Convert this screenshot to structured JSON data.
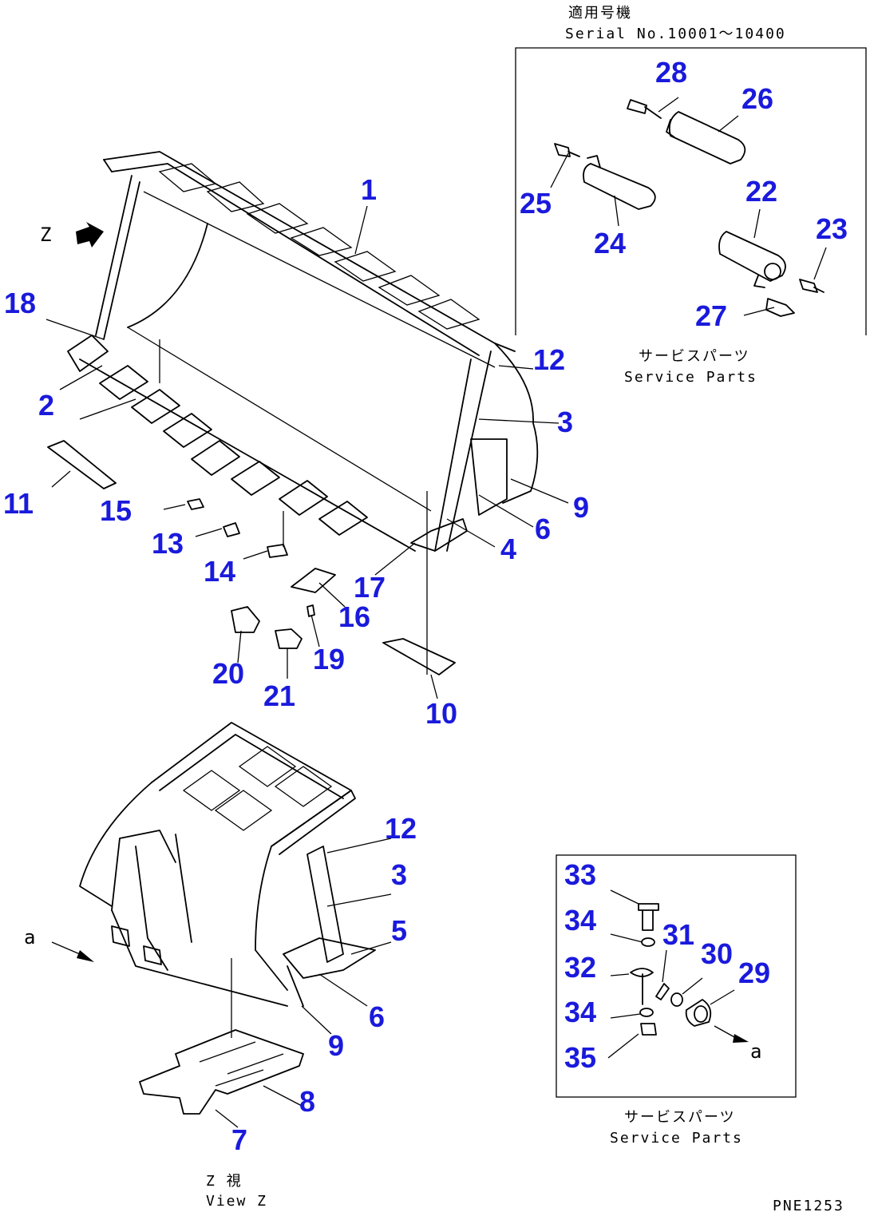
{
  "header": {
    "serial_jp": "適用号機",
    "serial_en": "Serial No.10001～10400"
  },
  "service_parts": {
    "jp": "サービスパーツ",
    "en": "Service Parts"
  },
  "view": {
    "z_label": "Z",
    "jp": "Z 視",
    "en": "View Z",
    "a_label": "a"
  },
  "drawing_code": "PNE1253",
  "callouts": [
    "1",
    "2",
    "3",
    "4",
    "5",
    "6",
    "7",
    "8",
    "9",
    "10",
    "11",
    "12",
    "13",
    "14",
    "15",
    "16",
    "17",
    "18",
    "19",
    "20",
    "21",
    "22",
    "23",
    "24",
    "25",
    "26",
    "27",
    "28",
    "29",
    "30",
    "31",
    "32",
    "33",
    "34",
    "35"
  ]
}
